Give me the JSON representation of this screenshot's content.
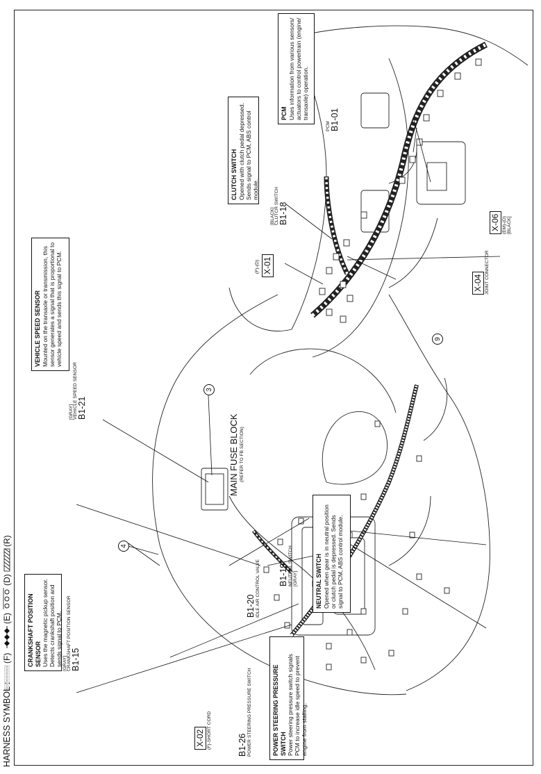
{
  "harness_symbol": {
    "title": "HARNESS SYMBOL :",
    "items": [
      {
        "pattern": "dotted",
        "code": "(F)"
      },
      {
        "pattern": "diamonds",
        "code": "(E)"
      },
      {
        "pattern": "circles",
        "code": "(D)"
      },
      {
        "pattern": "hatched",
        "code": "(R)"
      }
    ]
  },
  "callouts": {
    "crankshaft_sensor": {
      "heading": "CRANKSHAFT POSITION SENSOR",
      "body": "Uses the magnetic pickup sensor. Detects crankshaft position and sends signal to PCM.",
      "color": "[GRAY]",
      "name": "CRANKSHAFT POSITION SENSOR",
      "code": "B1-15"
    },
    "vehicle_speed_sensor": {
      "heading": "VEHICLE SPEED SENSOR",
      "body": "Mounted on the transaxle or transmission, this sensor generates a signal that is proportional to vehicle speed and sends this signal to PCM.",
      "color": "[GRAY]",
      "name": "VEHICLE SPEED SENSOR",
      "code": "B1-21"
    },
    "power_steering_switch": {
      "heading": "POWER STEERING PRESSURE SWITCH",
      "body": "Power steering pressure switch signals PCM to increase idle speed to prevent engine from stalling.",
      "name": "POWER STEERING PRESSURE SWITCH",
      "code": "B1-26"
    },
    "idle_air_valve": {
      "name": "IDLE AIR CONTROL VALVE",
      "code": "B1-20"
    },
    "neutral_switch": {
      "heading": "NEUTRAL SWITCH",
      "body": "Opened when gear is in neutral position or clutch pedal is depressed. Sends signal to PCM, ABS control module.",
      "name": "NEUTRAL SWITCH",
      "color": "[GRAY]",
      "code": "B1-19"
    },
    "main_fuse_block": {
      "name": "MAIN FUSE BLOCK",
      "ref": "(REFER TO FB SECTION)"
    },
    "clutch_switch": {
      "heading": "CLUTCH SWITCH",
      "body": "Opened with clutch pedal depressed. Sends signal to PCM, ABS control module.",
      "color": "[BLACK]",
      "name": "CLUTCH SWITCH",
      "code": "B1-18"
    },
    "pcm": {
      "heading": "PCM",
      "body": "Uses information from various sensors/ actuators to control powertrain (engine/ transaxle) operation.",
      "name": "PCM",
      "code": "B1-01"
    },
    "x02": {
      "code": "X-02",
      "name": "(F)-SHORT CORD"
    },
    "x01": {
      "code": "X-01",
      "sub": "(F)-(D)"
    },
    "x04": {
      "code": "X-04",
      "name": "JOINT CONNECTOR"
    },
    "x06": {
      "code": "X-06",
      "sub": "(EM)-(D)",
      "color": "[BLACK]"
    },
    "circle3": "3",
    "circle4": "4",
    "circle9": "9"
  }
}
